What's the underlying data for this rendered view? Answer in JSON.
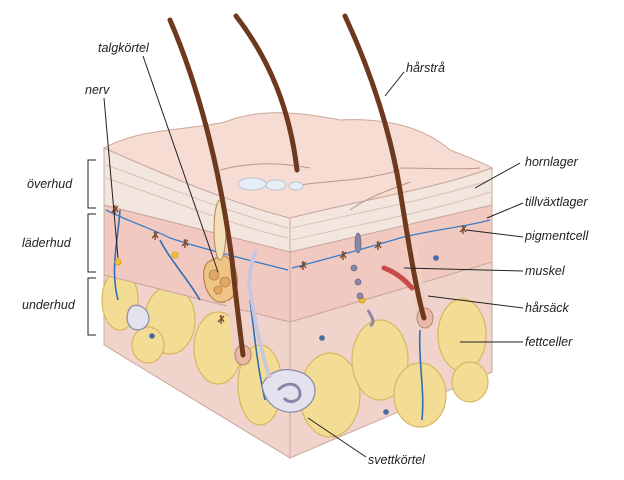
{
  "colors": {
    "epidermis_top": "#f6dcd2",
    "epidermis_side": "#f3e6df",
    "dermis": "#f2c9c1",
    "subcutis": "#f0d4cb",
    "fat": "#f3dc94",
    "fat_outline": "#d8b660",
    "hair": "#6e3a1f",
    "nerve": "#2f6fb5",
    "sweat_gland": "#e4e2ef",
    "pigment_cell": "#7a4a2a",
    "leader": "#222222"
  },
  "labels": {
    "talgkortel": "talgkörtel",
    "nerv": "nerv",
    "harstra": "hårstrå",
    "overhud": "överhud",
    "laderhud": "läderhud",
    "underhud": "underhud",
    "hornlager": "hornlager",
    "tillvaxtlager": "tillväxtlager",
    "pigmentcell": "pigmentcell",
    "muskel": "muskel",
    "harsack": "hårsäck",
    "fettceller": "fettceller",
    "svettkortel": "svettkörtel"
  }
}
